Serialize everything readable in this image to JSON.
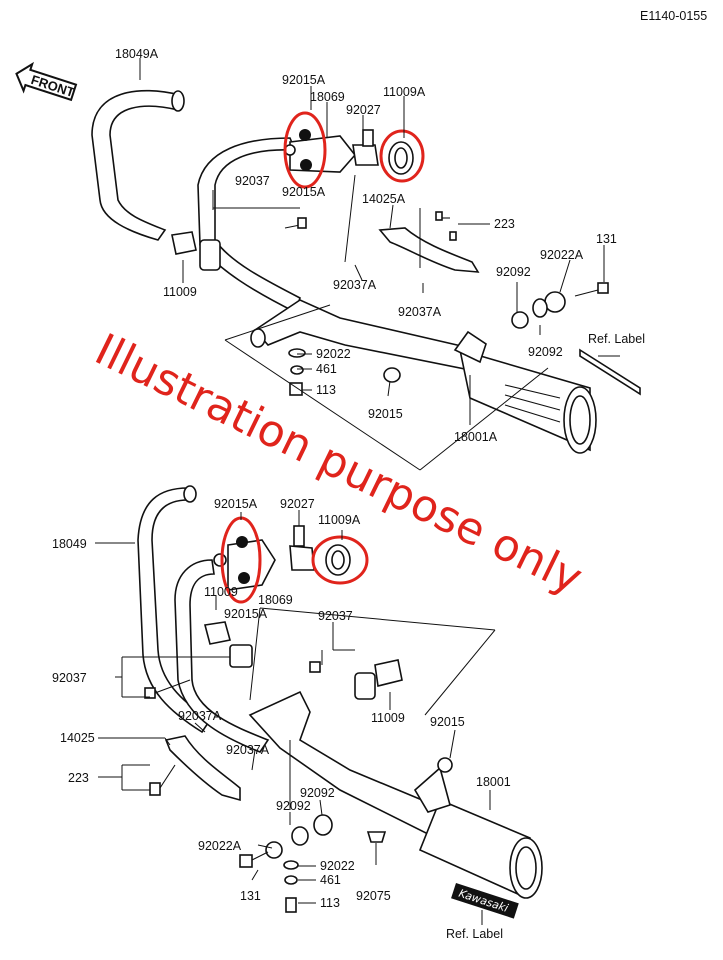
{
  "diagram_code": "E1140-0155",
  "front_label": "FRONT",
  "watermark": "Illustration purpose only",
  "brand_plate": "Kawasaki",
  "top_assembly": {
    "labels": {
      "p18049A": "18049A",
      "p92015A_upper": "92015A",
      "p18069": "18069",
      "p92027": "92027",
      "p11009A": "11009A",
      "p92015A_lower": "92015A",
      "p92037": "92037",
      "p14025A": "14025A",
      "p223": "223",
      "p131": "131",
      "p92022A": "92022A",
      "p92092_a": "92092",
      "p92092_b": "92092",
      "p11009": "11009",
      "p92037A_a": "92037A",
      "p92037A_b": "92037A",
      "p92022": "92022",
      "p461": "461",
      "p113": "113",
      "p92015": "92015",
      "p18001A": "18001A",
      "ref_label": "Ref. Label"
    }
  },
  "bottom_assembly": {
    "labels": {
      "p92015A_upper": "92015A",
      "p92027": "92027",
      "p11009A": "11009A",
      "p18049": "18049",
      "p11009_small": "11009",
      "p18069": "18069",
      "p92015A_lower": "92015A",
      "p92037_right": "92037",
      "p92037_left": "92037",
      "p11009": "11009",
      "p92037A_a": "92037A",
      "p92015": "92015",
      "p14025": "14025",
      "p18001": "18001",
      "p92037A_b": "92037A",
      "p223": "223",
      "p92092_a": "92092",
      "p92092_b": "92092",
      "p92022A": "92022A",
      "p92022": "92022",
      "p461": "461",
      "p131": "131",
      "p92075": "92075",
      "p113": "113",
      "ref_label": "Ref. Label"
    }
  }
}
